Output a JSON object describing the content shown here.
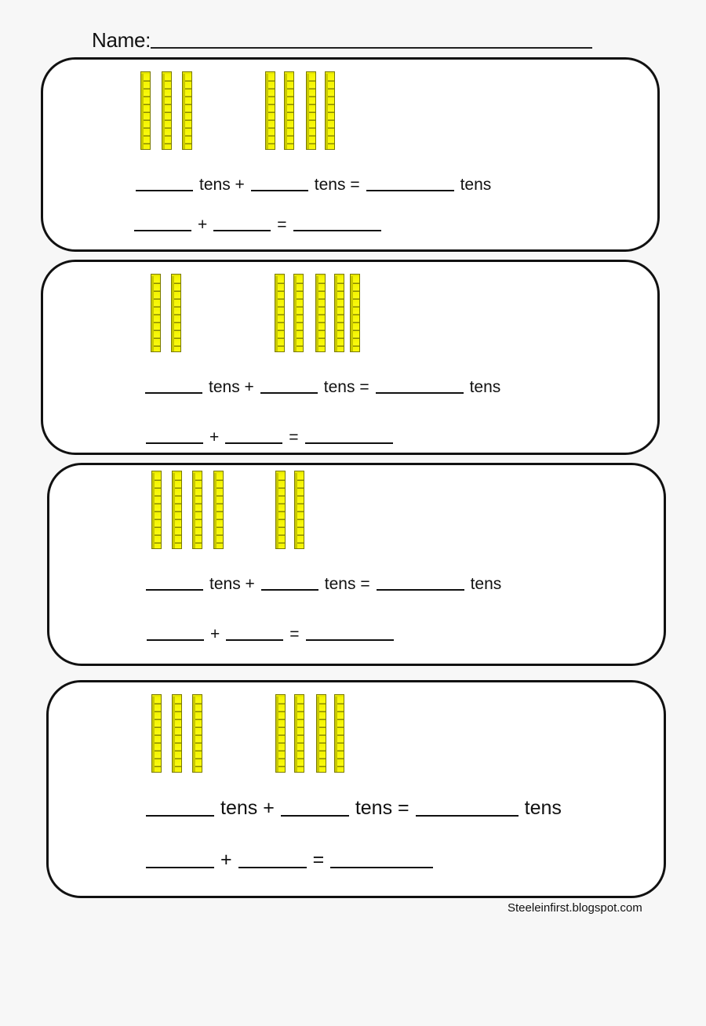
{
  "header": {
    "name_label": "Name:"
  },
  "problems": [
    {
      "index": 1,
      "group_a_rods": 3,
      "group_b_rods": 4,
      "line1": {
        "word1": "tens +",
        "word2": "tens =",
        "word3": "tens"
      },
      "line2": {
        "op1": "+",
        "op2": "="
      }
    },
    {
      "index": 2,
      "group_a_rods": 2,
      "group_b_rods": 5,
      "line1": {
        "word1": "tens +",
        "word2": "tens =",
        "word3": "tens"
      },
      "line2": {
        "op1": "+",
        "op2": "="
      }
    },
    {
      "index": 3,
      "group_a_rods": 4,
      "group_b_rods": 2,
      "line1": {
        "word1": "tens +",
        "word2": "tens =",
        "word3": "tens"
      },
      "line2": {
        "op1": "+",
        "op2": "="
      }
    },
    {
      "index": 4,
      "group_a_rods": 3,
      "group_b_rods": 4,
      "line1": {
        "word1": "tens +",
        "word2": "tens =",
        "word3": "tens"
      },
      "line2": {
        "op1": "+",
        "op2": "="
      }
    }
  ],
  "colors": {
    "rod_yellow": "#f2f200",
    "rod_outline": "#7a7a00",
    "page_background": "#f7f7f7",
    "box_border": "#111111"
  },
  "footer": {
    "credit": "Steeleinfirst.blogspot.com"
  }
}
